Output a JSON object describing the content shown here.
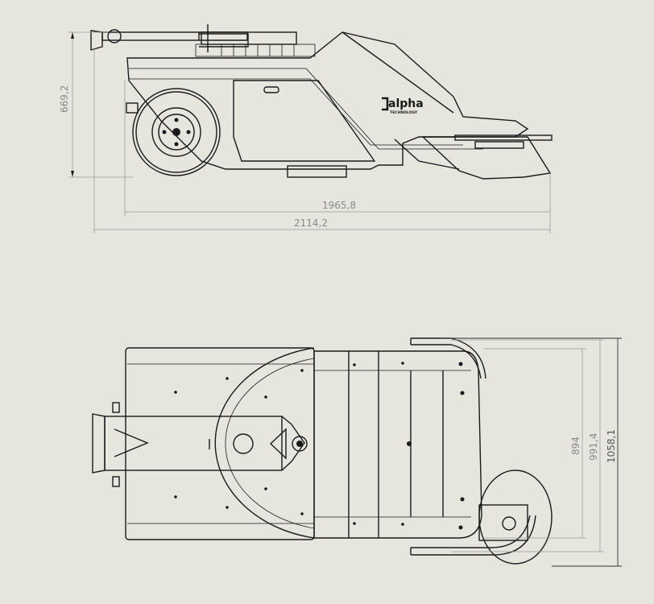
{
  "drawing": {
    "side_view": {
      "logo": {
        "brand": "alpha",
        "subtitle": "TECHNOLOGY"
      },
      "dimensions": {
        "height": "669,2",
        "wheelbase_length": "1965,8",
        "overall_length": "2114,2"
      }
    },
    "top_view": {
      "dimensions": {
        "inner_width": "894",
        "mid_width": "991,4",
        "overall_width": "1058,1"
      }
    }
  }
}
